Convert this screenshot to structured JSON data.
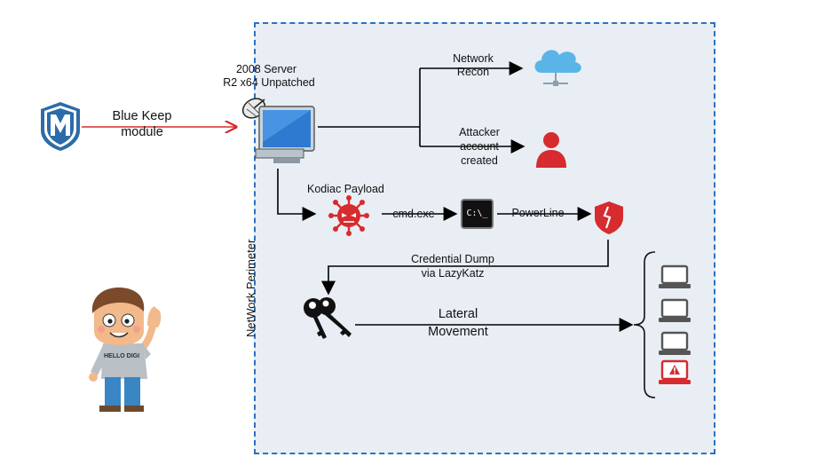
{
  "diagram": {
    "perimeter_label": "NetWork Perimeter",
    "server_label_line1": "2008 Server",
    "server_label_line2": "R2 x64 Unpatched",
    "module_label_line1": "Blue Keep",
    "module_label_line2": "module",
    "recon_label_line1": "Network",
    "recon_label_line2": "Recon",
    "account_label_line1": "Attacker",
    "account_label_line2": "account",
    "account_label_line3": "created",
    "payload_label": "Kodiac Payload",
    "cmd_label": "cmd.exe",
    "cmd_icon_text": "C:\\_",
    "powerline_label": "PowerLine",
    "cred_label_line1": "Credential Dump",
    "cred_label_line2": "via LazyKatz",
    "lateral_label_line1": "Lateral",
    "lateral_label_line2": "Movement",
    "mascot_shirt_text": "HELLO DIGI"
  },
  "colors": {
    "accent_red": "#d62b2f",
    "perimeter_blue": "#2a72c0",
    "shield_blue": "#2c6ca8",
    "perimeter_fill": "#e8eef4"
  },
  "icons": [
    "metasploit-shield-icon",
    "server-monitor-icon",
    "cloud-network-icon",
    "user-icon",
    "virus-icon",
    "terminal-icon",
    "broken-shield-icon",
    "keys-icon",
    "laptop-icon",
    "laptop-alert-icon",
    "mascot-character"
  ]
}
